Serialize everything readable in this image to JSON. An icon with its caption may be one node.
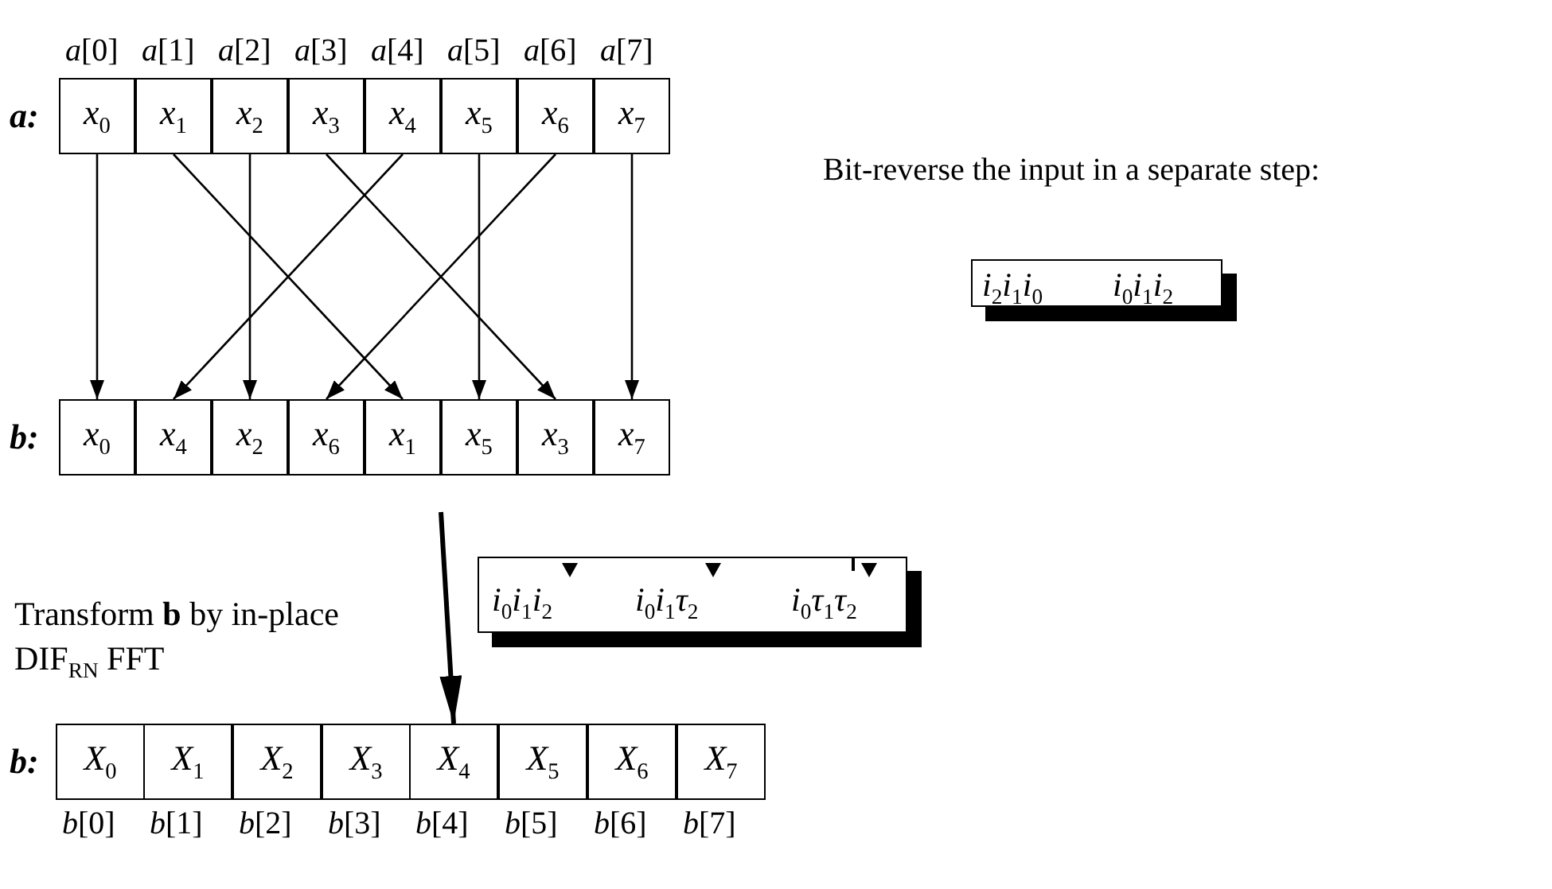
{
  "diagram": {
    "nodes": [
      {
        "text": [
          "*x*$_{0}$"
        ],
        "beside": [
          "*a*[0]"
        ]
      },
      {
        "text": [
          "*x*$_{1}$"
        ],
        "beside": [
          "*a*[1]"
        ]
      },
      {
        "text": [
          "*x*$_{2}$"
        ],
        "beside": [
          "*a*[2]"
        ]
      },
      {
        "text": [
          "*x*$_{3}$"
        ],
        "beside": [
          "*a*[3]"
        ]
      },
      {
        "text": [
          "*x*$_{4}$"
        ],
        "beside": [
          "*a*[4]"
        ]
      },
      {
        "text": [
          "*x*$_{5}$"
        ],
        "beside": [
          "*a*[5]"
        ]
      },
      {
        "text": [
          "*x*$_{6}$"
        ],
        "beside": [
          "*a*[6]"
        ]
      },
      {
        "text": [
          "*x*$_{7}$"
        ],
        "beside": [
          "*a*[7]"
        ]
      },
      {
        "text": [
          "*x*$_{0}$"
        ]
      },
      {
        "text": [
          "*x*$_{4}$"
        ]
      },
      {
        "text": [
          "*x*$_{2}$"
        ]
      },
      {
        "text": [
          "*x*$_{6}$"
        ]
      },
      {
        "text": [
          "*x*$_{1}$"
        ]
      },
      {
        "text": [
          "*x*$_{5}$"
        ]
      },
      {
        "text": [
          "*x*$_{3}$"
        ]
      },
      {
        "text": [
          "*x*$_{7}$"
        ]
      },
      {
        "text": [
          "*X*$_{0}$"
        ],
        "beside": [
          "*b*[0]"
        ]
      },
      {
        "text": [
          "*X*$_{1}$"
        ],
        "beside": [
          "*b*[1]"
        ]
      },
      {
        "text": [
          "*X*$_{2}$"
        ],
        "beside": [
          "*b*[2]"
        ]
      },
      {
        "text": [
          "*X*$_{3}$"
        ],
        "beside": [
          "*b*[3]"
        ]
      },
      {
        "text": [
          "*X*$_{4}$"
        ],
        "beside": [
          "*b*[4]"
        ]
      },
      {
        "text": [
          "*X*$_{5}$"
        ],
        "beside": [
          "*b*[5]"
        ]
      },
      {
        "text": [
          "*X*$_{6}$"
        ],
        "beside": [
          "*b*[6]"
        ]
      },
      {
        "text": [
          "*X*$_{7}$"
        ],
        "beside": [
          "*b*[7]"
        ]
      },
      {
        "text": [
          "*i*$_{2}$*i*$_{1}$*i*$_{0}$",
          "*i*$_{0}$*i*$_{1}$*i*$_{2}$"
        ]
      },
      {
        "text": [
          "*i*$_{0}$*i*$_{1}$*i*$_{2}$",
          "*i*$_{0}$*i*$_{1}$*τ*$_{2}$",
          "*i*$_{0}$*τ*$_{1}$*τ*$_{2}$"
        ]
      }
    ],
    "edges": [
      {
        "from": 0,
        "to": 8,
        "arrow": "to"
      },
      {
        "from": 1,
        "to": 12,
        "arrow": "to"
      },
      {
        "from": 2,
        "to": 10,
        "arrow": "to"
      },
      {
        "from": 3,
        "to": 14,
        "arrow": "to"
      },
      {
        "from": 4,
        "to": 9,
        "arrow": "to"
      },
      {
        "from": 5,
        "to": 13,
        "arrow": "to"
      },
      {
        "from": 6,
        "to": 11,
        "arrow": "to"
      },
      {
        "from": 7,
        "to": 15,
        "arrow": "to"
      },
      {
        "from": null,
        "to": 20,
        "arrow": "to",
        "style": "thick",
        "label": "Transform **b** by in-place DIF$_{RN}$ FFT"
      }
    ],
    "labels": [
      "a:",
      "Bit-reverse the input in a separate step:",
      "b:",
      "b:"
    ]
  }
}
